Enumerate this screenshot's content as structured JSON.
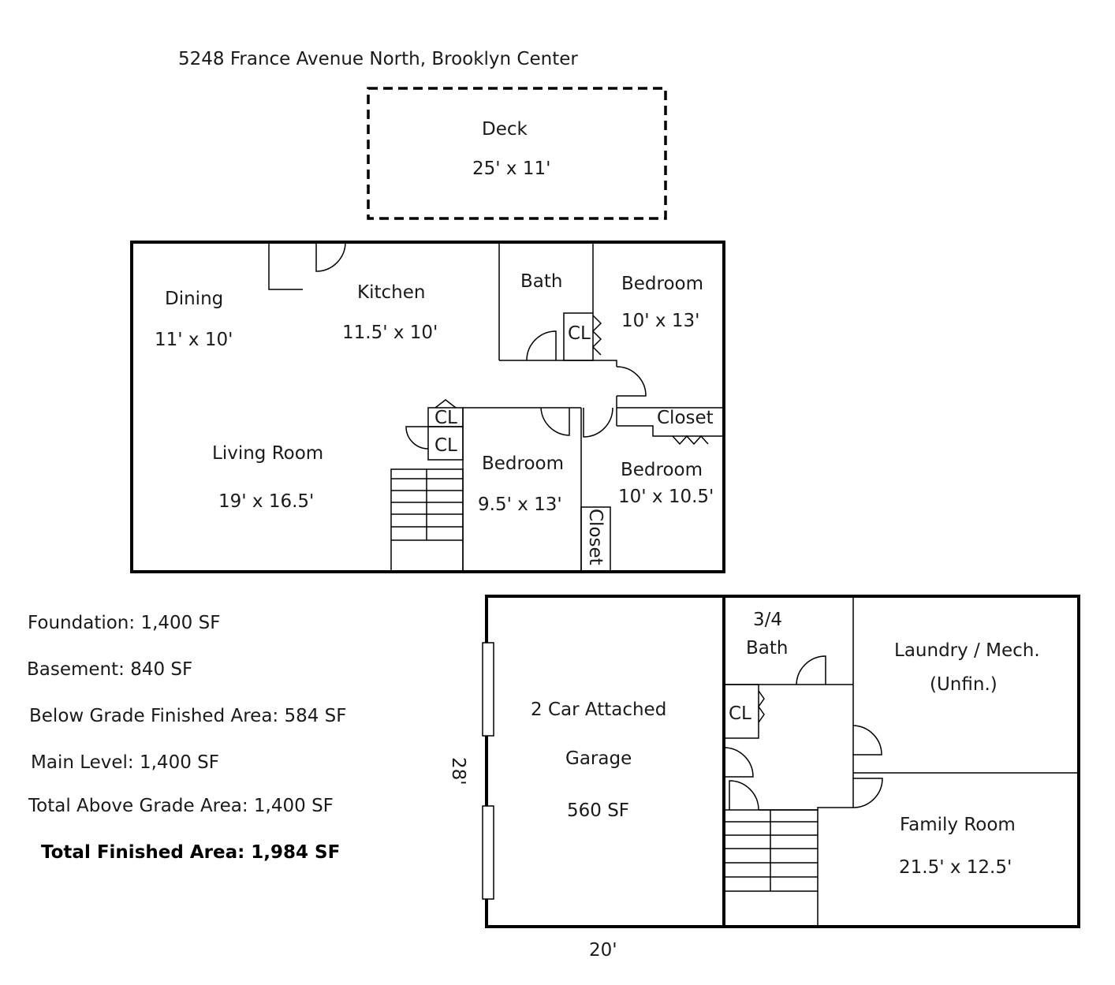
{
  "address": "5248 France Avenue North, Brooklyn Center",
  "deck": {
    "name": "Deck",
    "size": "25' x 11'"
  },
  "main_level": {
    "dining": {
      "name": "Dining",
      "size": "11' x 10'"
    },
    "kitchen": {
      "name": "Kitchen",
      "size": "11.5' x 10'"
    },
    "bath": {
      "name": "Bath"
    },
    "bedroom_ne": {
      "name": "Bedroom",
      "size": "10' x 13'"
    },
    "living_room": {
      "name": "Living Room",
      "size": "19' x 16.5'"
    },
    "bedroom_s": {
      "name": "Bedroom",
      "size": "9.5' x 13'"
    },
    "bedroom_se": {
      "name": "Bedroom",
      "size": "10' x 10.5'"
    },
    "closet_label": "Closet",
    "closet_vertical_label": "Closet",
    "cl_label": "CL"
  },
  "lower_level": {
    "garage_line1": "2 Car Attached",
    "garage_line2": "Garage",
    "garage_area": "560 SF",
    "bath_line1": "3/4",
    "bath_line2": "Bath",
    "laundry_line1": "Laundry / Mech.",
    "laundry_line2": "(Unfin.)",
    "family_room": {
      "name": "Family Room",
      "size": "21.5' x 12.5'"
    },
    "cl_label": "CL",
    "dim_depth": "28'",
    "dim_width": "20'"
  },
  "summary": {
    "foundation": "Foundation: 1,400 SF",
    "basement": "Basement: 840 SF",
    "below_grade": "Below Grade Finished Area: 584 SF",
    "main_level": "Main Level: 1,400 SF",
    "total_above": "Total Above Grade Area: 1,400 SF",
    "total_finished": "Total Finished Area: 1,984 SF"
  }
}
